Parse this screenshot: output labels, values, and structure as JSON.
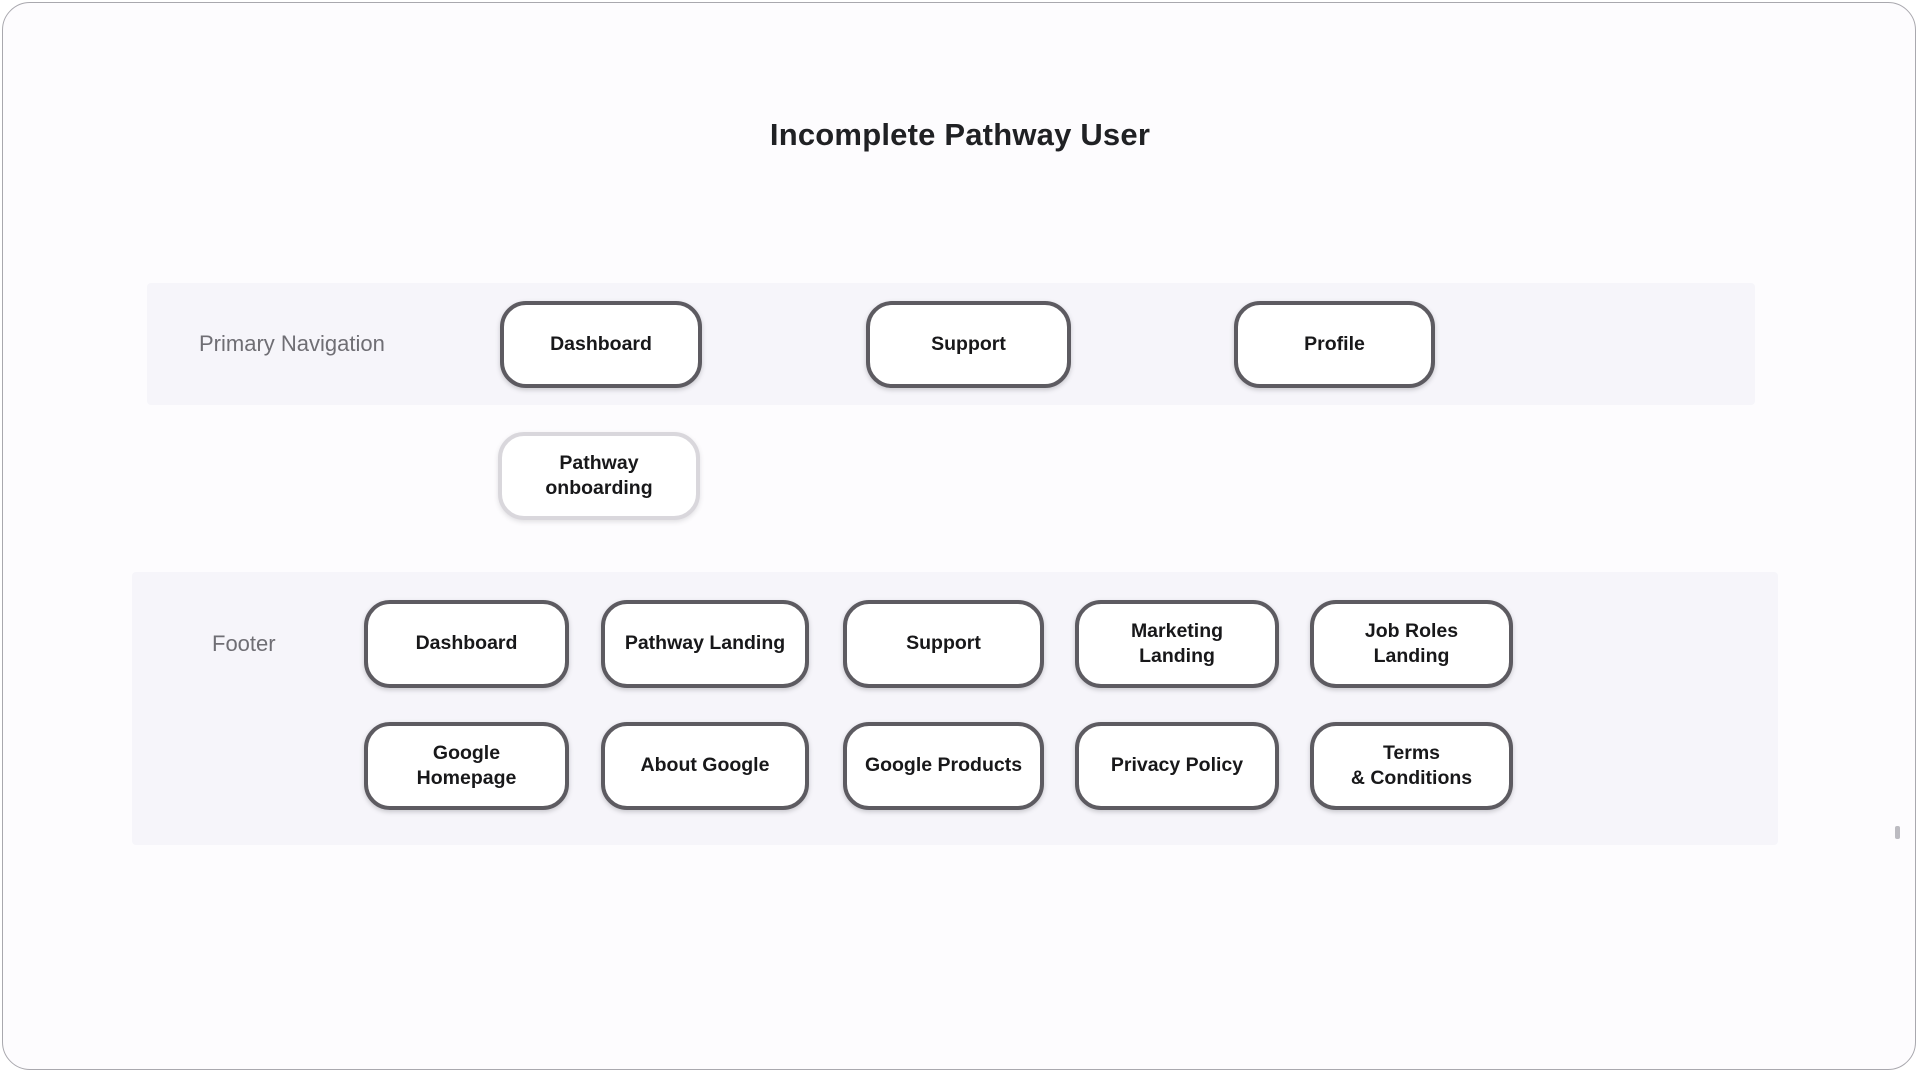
{
  "title": "Incomplete Pathway User",
  "colors": {
    "page_background": "#fdfcfe",
    "section_band": "#f6f5fa",
    "node_fill": "#ffffff",
    "node_border": "#5d5b61",
    "node_border_muted": "#d9d7dc",
    "node_text": "#18181a",
    "section_label_text": "#6f6e74",
    "title_text": "#202124",
    "frame_border": "#a9a8ae"
  },
  "primary_nav": {
    "label": "Primary Navigation",
    "buttons": [
      {
        "label": "Dashboard",
        "state": "default"
      },
      {
        "label": "Support",
        "state": "default"
      },
      {
        "label": "Profile",
        "state": "default"
      }
    ],
    "secondary_row": [
      {
        "label": "Pathway\nonboarding",
        "state": "muted"
      }
    ]
  },
  "footer": {
    "label": "Footer",
    "row1": [
      {
        "label": "Dashboard"
      },
      {
        "label": "Pathway Landing"
      },
      {
        "label": "Support"
      },
      {
        "label": "Marketing\nLanding"
      },
      {
        "label": "Job Roles\nLanding"
      }
    ],
    "row2": [
      {
        "label": "Google\nHomepage"
      },
      {
        "label": "About Google"
      },
      {
        "label": "Google Products"
      },
      {
        "label": "Privacy Policy"
      },
      {
        "label": "Terms\n& Conditions"
      }
    ]
  }
}
